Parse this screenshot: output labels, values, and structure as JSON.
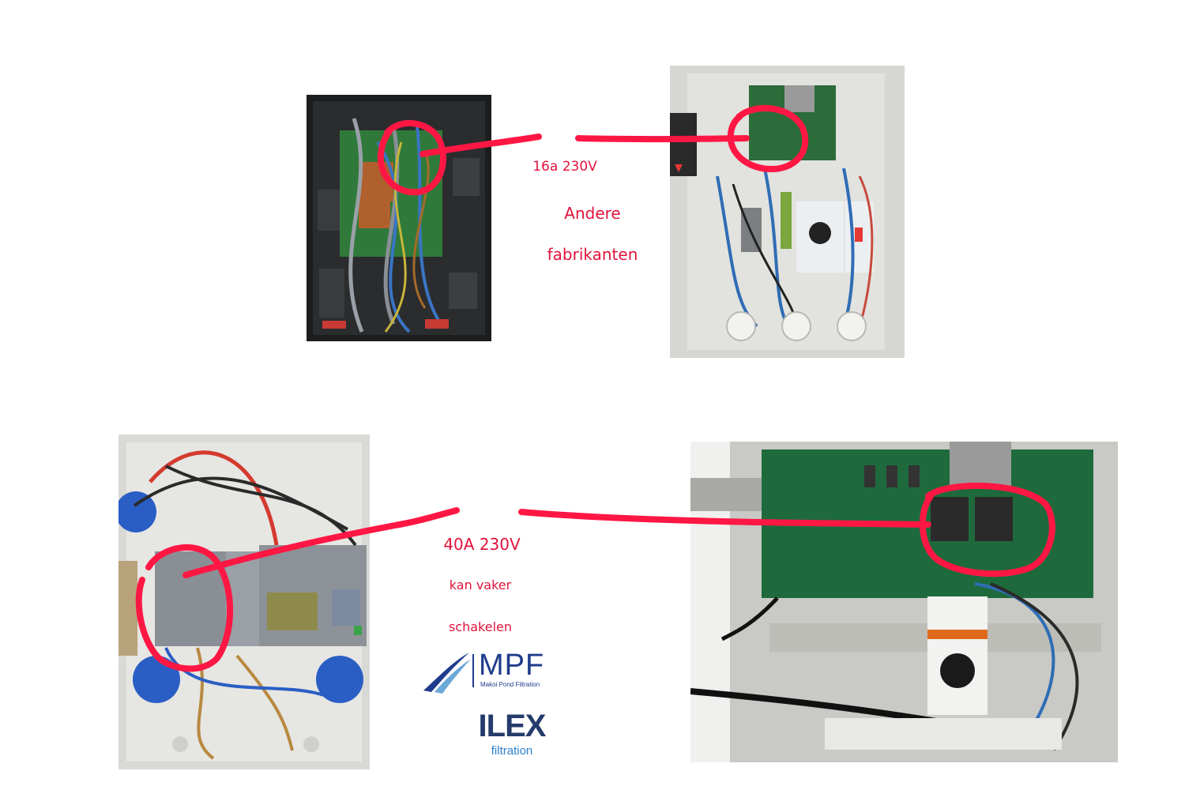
{
  "top_comparison": {
    "spec": "16a 230V",
    "note_line1": "Andere",
    "note_line2": "fabrikanten"
  },
  "bottom_comparison": {
    "spec": "40A 230V",
    "note_line1": "kan vaker",
    "note_line2": "schakelen"
  },
  "logos": {
    "mpf_name": "MPF",
    "mpf_tagline": "Makoi Pond Filtration",
    "ilex_name": "ILEX",
    "ilex_tagline": "filtration"
  },
  "colors": {
    "annotation": "#ff1744",
    "caption": "#e0143c",
    "mpf_blue": "#1f3c8c",
    "ilex_navy": "#243b6b",
    "ilex_blue": "#2a7fc9"
  }
}
